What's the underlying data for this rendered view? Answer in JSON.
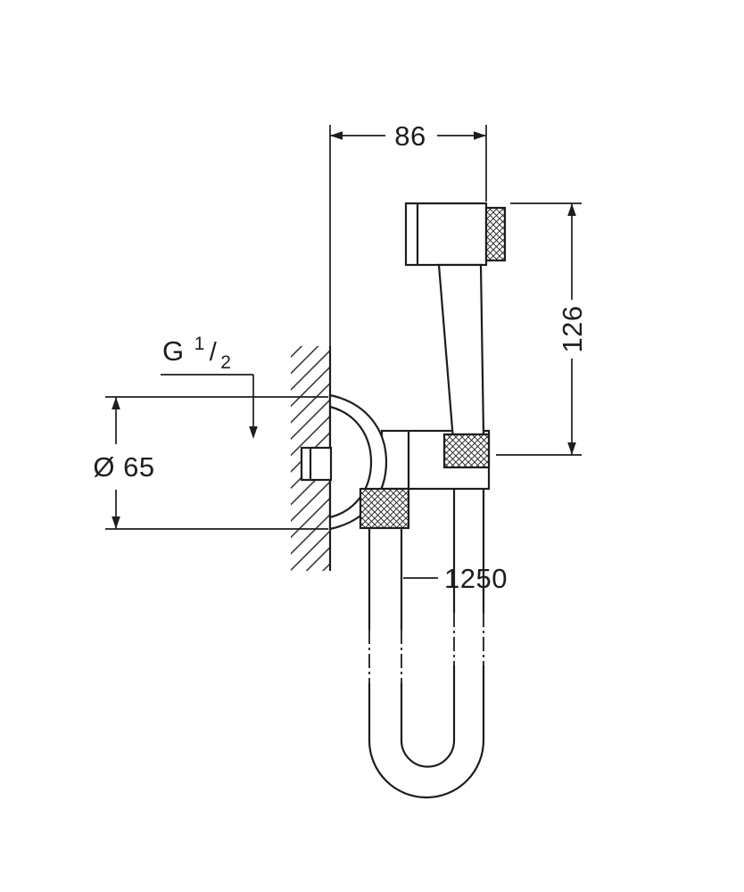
{
  "page": {
    "background": "#ffffff"
  },
  "drawing": {
    "line_color": "#1d1d1b",
    "labels": {
      "width_mm": "86",
      "height_mm": "126",
      "diameter_mm": "Ø 65",
      "hose_length_mm": "1250",
      "thread": {
        "prefix": "G",
        "numerator": "1",
        "divider": "/",
        "denominator": "2"
      }
    }
  }
}
